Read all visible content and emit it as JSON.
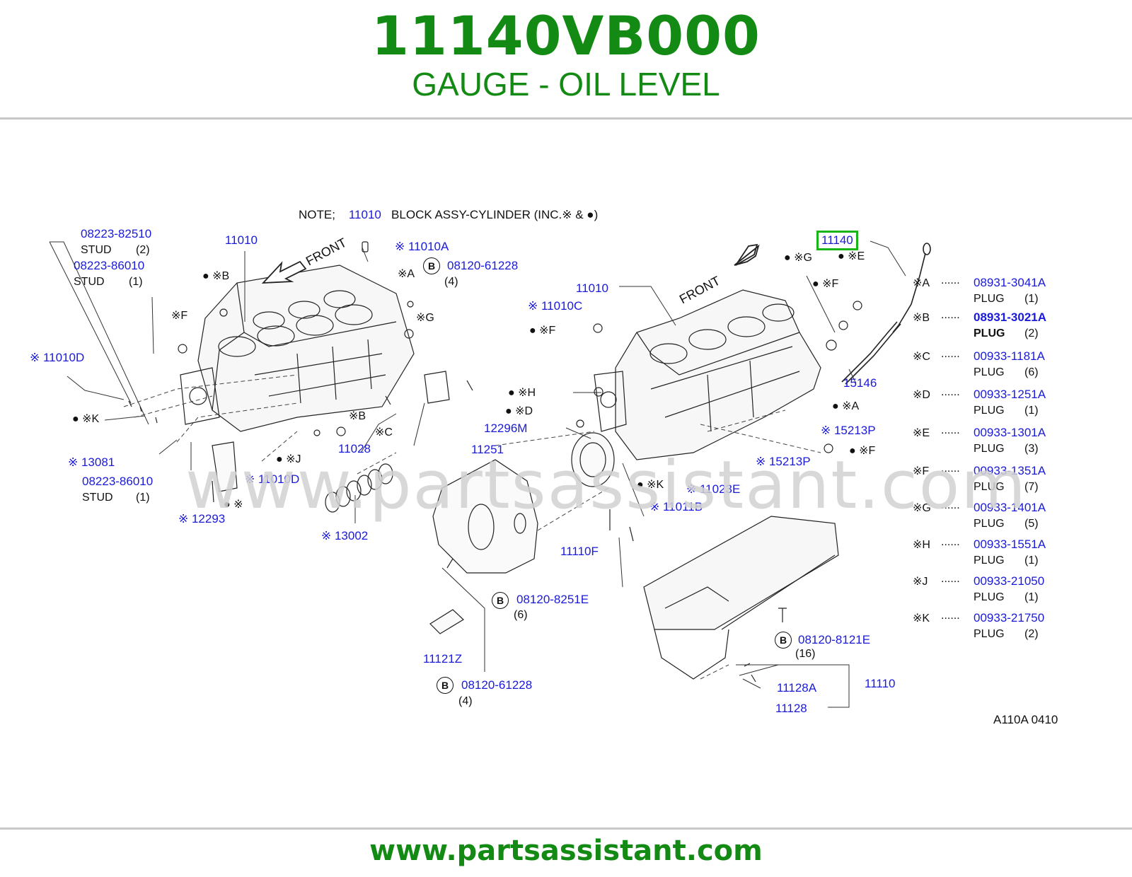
{
  "header": {
    "part_number": "11140VB000",
    "part_name": "GAUGE - OIL LEVEL"
  },
  "watermark": "www.partsassistant.com",
  "footer": {
    "url": "www.partsassistant.com"
  },
  "note": {
    "prefix": "NOTE;",
    "part": "11010",
    "text": "BLOCK  ASSY-CYLINDER  (INC.※ &  ●)"
  },
  "labels": {
    "l1": "08223-82510",
    "l1s": "STUD",
    "l1q": "(2)",
    "l2": "08223-86010",
    "l2s": "STUD",
    "l2q": "(1)",
    "l3": "11010",
    "l4": "※ 11010A",
    "l5": "08120-61228",
    "l5q": "(4)",
    "l6": "● ※B",
    "l7": "※A",
    "l8": "※F",
    "l9": "※G",
    "l10": "※ 11010D",
    "l11": "● ※K",
    "l12": "※B",
    "l13": "※C",
    "l14": "11028",
    "l15": "● ※J",
    "l16": "※ 13081",
    "l17": "08223-86010",
    "l17s": "STUD",
    "l17q": "(1)",
    "l18": "※ 11010D",
    "l19": "● ※",
    "l20": "※ 12293",
    "l21": "※ 13002",
    "r1": "11140",
    "r2": "● ※G",
    "r3": "● ※E",
    "r4": "● ※F",
    "r5": "11010",
    "r6": "※ 11010C",
    "r7": "● ※F",
    "r8": "15146",
    "r9": "● ※H",
    "r10": "● ※D",
    "r11": "● ※A",
    "r12": "12296M",
    "r13": "※ 15213P",
    "r14": "11251",
    "r15": "● ※F",
    "r16": "※ 15213P",
    "r17": "● ※K",
    "r18": "※ 11023E",
    "r19": "※ 11011B",
    "r20": "11110F",
    "r21": "08120-8251E",
    "r21q": "(6)",
    "r22": "08120-8121E",
    "r22q": "(16)",
    "r23": "11121Z",
    "r24": "08120-61228",
    "r24q": "(4)",
    "r25": "11110",
    "r26": "11128A",
    "r27": "11128",
    "b": "B",
    "code": "A110A   0410",
    "front": "FRONT"
  },
  "legend": [
    {
      "sym": "※A",
      "dots": "......",
      "part": "08931-3041A",
      "name": "PLUG",
      "qty": "(1)"
    },
    {
      "sym": "※B",
      "dots": "......",
      "part": "08931-3021A",
      "name": "PLUG",
      "qty": "(2)"
    },
    {
      "sym": "※C",
      "dots": "......",
      "part": "00933-1181A",
      "name": "PLUG",
      "qty": "(6)"
    },
    {
      "sym": "※D",
      "dots": "......",
      "part": "00933-1251A",
      "name": "PLUG",
      "qty": "(1)"
    },
    {
      "sym": "※E",
      "dots": "......",
      "part": "00933-1301A",
      "name": "PLUG",
      "qty": "(3)"
    },
    {
      "sym": "※F",
      "dots": "......",
      "part": "00933-1351A",
      "name": "PLUG",
      "qty": "(7)"
    },
    {
      "sym": "※G",
      "dots": "......",
      "part": "00933-1401A",
      "name": "PLUG",
      "qty": "(5)"
    },
    {
      "sym": "※H",
      "dots": "......",
      "part": "00933-1551A",
      "name": "PLUG",
      "qty": "(1)"
    },
    {
      "sym": "※J",
      "dots": "......",
      "part": "00933-21050",
      "name": "PLUG",
      "qty": "(1)"
    },
    {
      "sym": "※K",
      "dots": "......",
      "part": "00933-21750",
      "name": "PLUG",
      "qty": "(2)"
    }
  ]
}
